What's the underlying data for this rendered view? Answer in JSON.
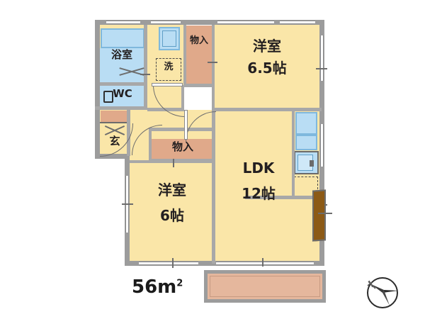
{
  "plan": {
    "type": "japanese-apartment-floor-plan",
    "area_label": "56m",
    "area_superscript": "2",
    "rooms": [
      {
        "id": "bathroom",
        "name": "浴室",
        "sub": ""
      },
      {
        "id": "toilet",
        "name": "WC",
        "sub": ""
      },
      {
        "id": "washer",
        "name": "洗",
        "sub": ""
      },
      {
        "id": "entrance",
        "name": "玄",
        "sub": ""
      },
      {
        "id": "closet-top",
        "name": "物入",
        "sub": ""
      },
      {
        "id": "closet-mid",
        "name": "物入",
        "sub": ""
      },
      {
        "id": "western-1",
        "name": "洋室",
        "sub": "6.5帖"
      },
      {
        "id": "western-2",
        "name": "洋室",
        "sub": "6帖"
      },
      {
        "id": "ldk",
        "name": "LDK",
        "sub": "12帖"
      }
    ],
    "colors": {
      "floor": "#fae6a8",
      "water": "#b9ddf4",
      "closet": "#e0a98a",
      "balcony": "#e5b79d",
      "wall": "#9c9c9c",
      "door": "#8c5a16",
      "text": "#231f20",
      "background": "#ffffff"
    },
    "compass": {
      "label": "north-arrow",
      "direction": "upper-left"
    }
  }
}
